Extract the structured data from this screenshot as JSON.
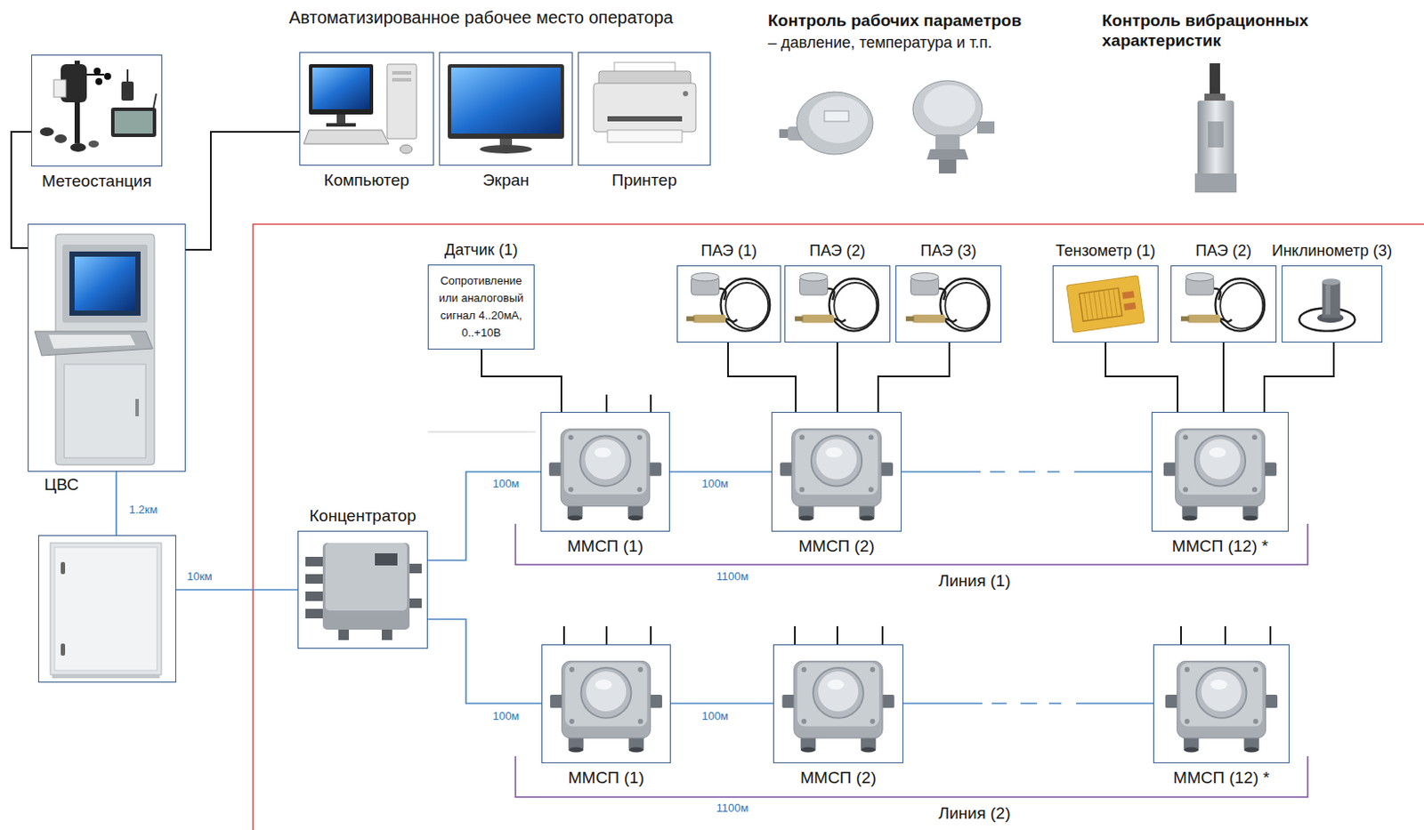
{
  "diagram": {
    "nodes": [
      {
        "text": [
          "Метеостанция"
        ]
      },
      {
        "text": [
          "Компьютер"
        ]
      },
      {
        "text": [
          "Экран"
        ]
      },
      {
        "text": [
          "Принтер"
        ]
      },
      {
        "text": [
          "ЦВС"
        ]
      },
      {
        "text": [
          "Датчик (1)",
          "Сопротивление или аналоговый сигнал 4..20мА, 0..+10В"
        ]
      },
      {
        "text": [
          "ПАЭ (1)"
        ]
      },
      {
        "text": [
          "ПАЭ (2)"
        ]
      },
      {
        "text": [
          "ПАЭ (3)"
        ]
      },
      {
        "text": [
          "Тензометр (1)"
        ]
      },
      {
        "text": [
          "ПАЭ (2)"
        ]
      },
      {
        "text": [
          "Инклинометр (3)"
        ]
      },
      {
        "text": [
          "ММСП (1)"
        ]
      },
      {
        "text": [
          "ММСП (2)"
        ]
      },
      {
        "text": [
          "ММСП (12) *"
        ]
      },
      {
        "text": [
          "Концентратор"
        ]
      },
      {
        "text": []
      },
      {
        "text": [
          "ММСП (1)"
        ]
      },
      {
        "text": [
          "ММСП (2)"
        ]
      },
      {
        "text": [
          "ММСП (12) *"
        ]
      }
    ],
    "edges": [
      {
        "from": 0,
        "to": 4,
        "arrow": "none"
      },
      {
        "from": 4,
        "to": 1,
        "arrow": "none"
      },
      {
        "from": 4,
        "to": 16,
        "label": "1.2км",
        "arrow": "none"
      },
      {
        "from": 16,
        "to": 15,
        "label": "10км",
        "arrow": "none"
      },
      {
        "from": 15,
        "to": 12,
        "label": "100м",
        "arrow": "none"
      },
      {
        "from": 12,
        "to": 13,
        "label": "100м",
        "arrow": "none"
      },
      {
        "from": 13,
        "to": 14,
        "arrow": "none"
      },
      {
        "from": 15,
        "to": 17,
        "label": "100м",
        "arrow": "none"
      },
      {
        "from": 17,
        "to": 18,
        "label": "100м",
        "arrow": "none"
      },
      {
        "from": 18,
        "to": 19,
        "arrow": "none"
      },
      {
        "from": 5,
        "to": 12,
        "arrow": "none"
      },
      {
        "from": 6,
        "to": 13,
        "arrow": "none"
      },
      {
        "from": 7,
        "to": 13,
        "arrow": "none"
      },
      {
        "from": 8,
        "to": 13,
        "arrow": "none"
      },
      {
        "from": 9,
        "to": 14,
        "arrow": "none"
      },
      {
        "from": 10,
        "to": 14,
        "arrow": "none"
      },
      {
        "from": 11,
        "to": 14,
        "arrow": "none"
      }
    ],
    "labels": [
      "Автоматизированное рабочее место оператора",
      "Контроль рабочих параметров",
      "– давление, температура и т.п.",
      "Контроль вибрационных характеристик",
      "1100м",
      "Линия (1)",
      "1100м",
      "Линия (2)"
    ]
  }
}
